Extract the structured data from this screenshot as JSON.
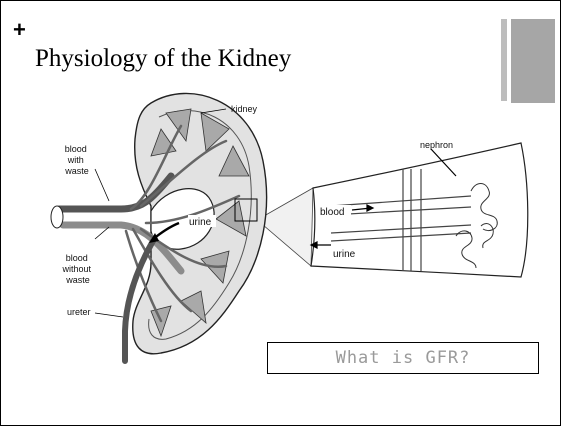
{
  "slide": {
    "bullet": "+",
    "title": "Physiology of the Kidney"
  },
  "diagram": {
    "labels": {
      "kidney": "kidney",
      "blood_with_waste": [
        "blood",
        "with",
        "waste"
      ],
      "blood_without_waste": [
        "blood",
        "without",
        "waste"
      ],
      "ureter": "ureter",
      "urine_inside": "urine",
      "nephron": "nephron",
      "blood_zoom": "blood",
      "urine_zoom": "urine"
    }
  },
  "callout": {
    "text": "What is GFR?"
  }
}
